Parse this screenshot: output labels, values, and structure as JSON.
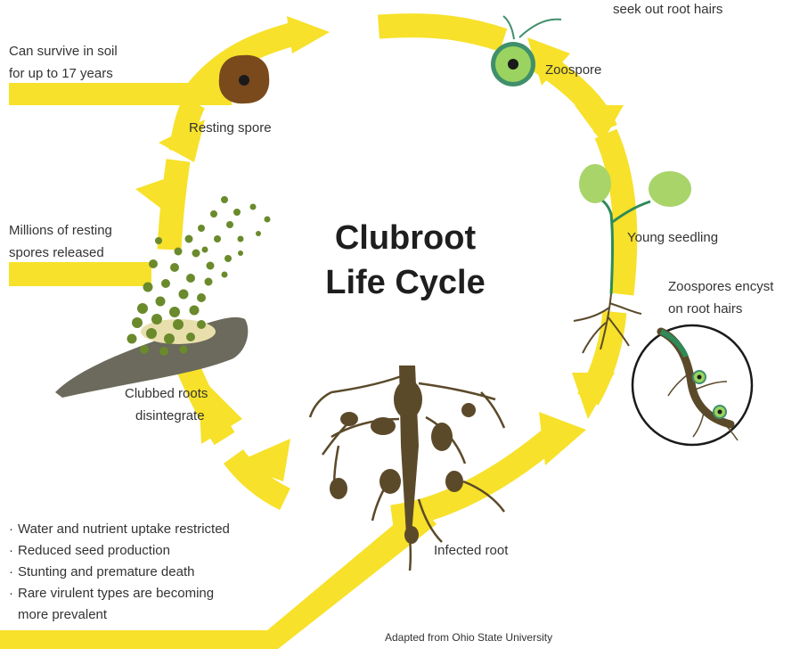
{
  "diagram": {
    "title_line1": "Clubroot",
    "title_line2": "Life Cycle",
    "top_right_fragment": "seek out root hairs",
    "labels": {
      "survive_line1": "Can survive in soil",
      "survive_line2": "for up to 17 years",
      "resting_spore": "Resting spore",
      "zoospore": "Zoospore",
      "young_seedling": "Young seedling",
      "encyst_line1": "Zoospores encyst",
      "encyst_line2": "on root hairs",
      "millions_line1": "Millions of resting",
      "millions_line2": "spores released",
      "clubbed_line1": "Clubbed roots",
      "clubbed_line2": "disintegrate",
      "infected_root": "Infected root"
    },
    "effects": [
      "Water and nutrient uptake restricted",
      "Reduced seed production",
      "Stunting and premature death",
      "Rare virulent types are becoming"
    ],
    "effects_continuation": "more prevalent",
    "bullet_glyph": "·",
    "credit": "Adapted from Ohio State University",
    "colors": {
      "cycle_arrow": "#f7e12a",
      "text": "#333333",
      "title": "#1e1e1e",
      "zoospore_fill": "#9ad35f",
      "zoospore_ring": "#3f8f6b",
      "spore_green": "#6a8a2c",
      "root_brown": "#5b4a2a",
      "clubbed_gray": "#6b6a5c",
      "seedling_leaf": "#a8d46a",
      "seedling_stem": "#2e8a58"
    },
    "icons": [
      "resting-spore-icon",
      "zoospore-icon",
      "seedling-icon",
      "encysted-root-inset-icon",
      "infected-root-icon",
      "clubbed-root-icon",
      "spore-cloud-icon"
    ]
  }
}
